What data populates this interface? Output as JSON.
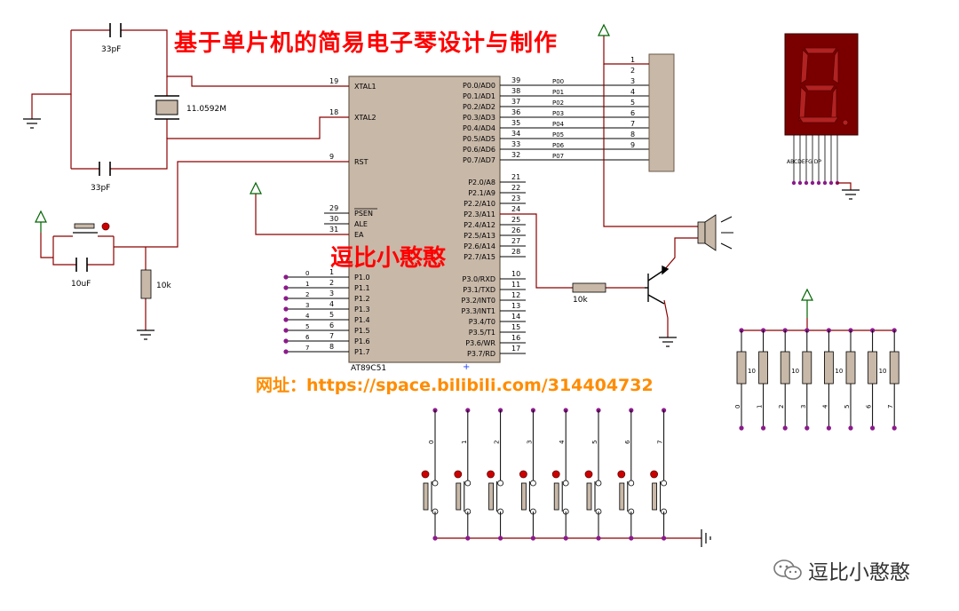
{
  "title": "基于单片机的简易电子琴设计与制作",
  "author": "逗比小憨憨",
  "url_text": "网址：https://space.bilibili.com/314404732",
  "watermark": {
    "icon": "wechat-icon",
    "text": "逗比小憨憨"
  },
  "colors": {
    "wire": "#8b0000",
    "component": "#c8b8a8",
    "text_red": "#ff0000",
    "text_orange": "#ff8c00",
    "dot": "#8b1a8b"
  },
  "mcu": {
    "part": "AT89C51",
    "left_pins": [
      {
        "num": "19",
        "label": "XTAL1"
      },
      {
        "num": "18",
        "label": "XTAL2"
      },
      {
        "num": "9",
        "label": "RST"
      },
      {
        "num": "29",
        "label": "PSEN"
      },
      {
        "num": "30",
        "label": "ALE"
      },
      {
        "num": "31",
        "label": "EA"
      },
      {
        "num": "1",
        "label": "P1.0"
      },
      {
        "num": "2",
        "label": "P1.1"
      },
      {
        "num": "3",
        "label": "P1.2"
      },
      {
        "num": "4",
        "label": "P1.3"
      },
      {
        "num": "5",
        "label": "P1.4"
      },
      {
        "num": "6",
        "label": "P1.5"
      },
      {
        "num": "7",
        "label": "P1.6"
      },
      {
        "num": "8",
        "label": "P1.7"
      }
    ],
    "right_pins": [
      {
        "num": "39",
        "label": "P0.0/AD0"
      },
      {
        "num": "38",
        "label": "P0.1/AD1"
      },
      {
        "num": "37",
        "label": "P0.2/AD2"
      },
      {
        "num": "36",
        "label": "P0.3/AD3"
      },
      {
        "num": "35",
        "label": "P0.4/AD4"
      },
      {
        "num": "34",
        "label": "P0.5/AD5"
      },
      {
        "num": "33",
        "label": "P0.6/AD6"
      },
      {
        "num": "32",
        "label": "P0.7/AD7"
      },
      {
        "num": "21",
        "label": "P2.0/A8"
      },
      {
        "num": "22",
        "label": "P2.1/A9"
      },
      {
        "num": "23",
        "label": "P2.2/A10"
      },
      {
        "num": "24",
        "label": "P2.3/A11"
      },
      {
        "num": "25",
        "label": "P2.4/A12"
      },
      {
        "num": "26",
        "label": "P2.5/A13"
      },
      {
        "num": "27",
        "label": "P2.6/A14"
      },
      {
        "num": "28",
        "label": "P2.7/A15"
      },
      {
        "num": "10",
        "label": "P3.0/RXD"
      },
      {
        "num": "11",
        "label": "P3.1/TXD"
      },
      {
        "num": "12",
        "label": "P3.2/INT0"
      },
      {
        "num": "13",
        "label": "P3.3/INT1"
      },
      {
        "num": "14",
        "label": "P3.4/T0"
      },
      {
        "num": "15",
        "label": "P3.5/T1"
      },
      {
        "num": "16",
        "label": "P3.6/WR"
      },
      {
        "num": "17",
        "label": "P3.7/RD"
      }
    ]
  },
  "crystal": {
    "label": "11.0592M"
  },
  "caps": {
    "top": "33pF",
    "bottom": "33pF",
    "reset": "10uF"
  },
  "resistors": {
    "reset": "10k",
    "base": "10k",
    "pullup": "10"
  },
  "p0_net_labels": [
    "P00",
    "P01",
    "P02",
    "P03",
    "P04",
    "P05",
    "P06",
    "P07"
  ],
  "connector_pins": [
    "1",
    "2",
    "3",
    "4",
    "5",
    "6",
    "7",
    "8",
    "9"
  ],
  "p1_bus_labels": [
    "0",
    "1",
    "2",
    "3",
    "4",
    "5",
    "6",
    "7"
  ],
  "pullup_labels": [
    "0",
    "1",
    "2",
    "3",
    "4",
    "5",
    "6",
    "7"
  ],
  "button_labels": [
    "0",
    "1",
    "2",
    "3",
    "4",
    "5",
    "6",
    "7"
  ],
  "seg_display": {
    "digit": "8",
    "pin_labels": "ABCDEFG DP"
  }
}
